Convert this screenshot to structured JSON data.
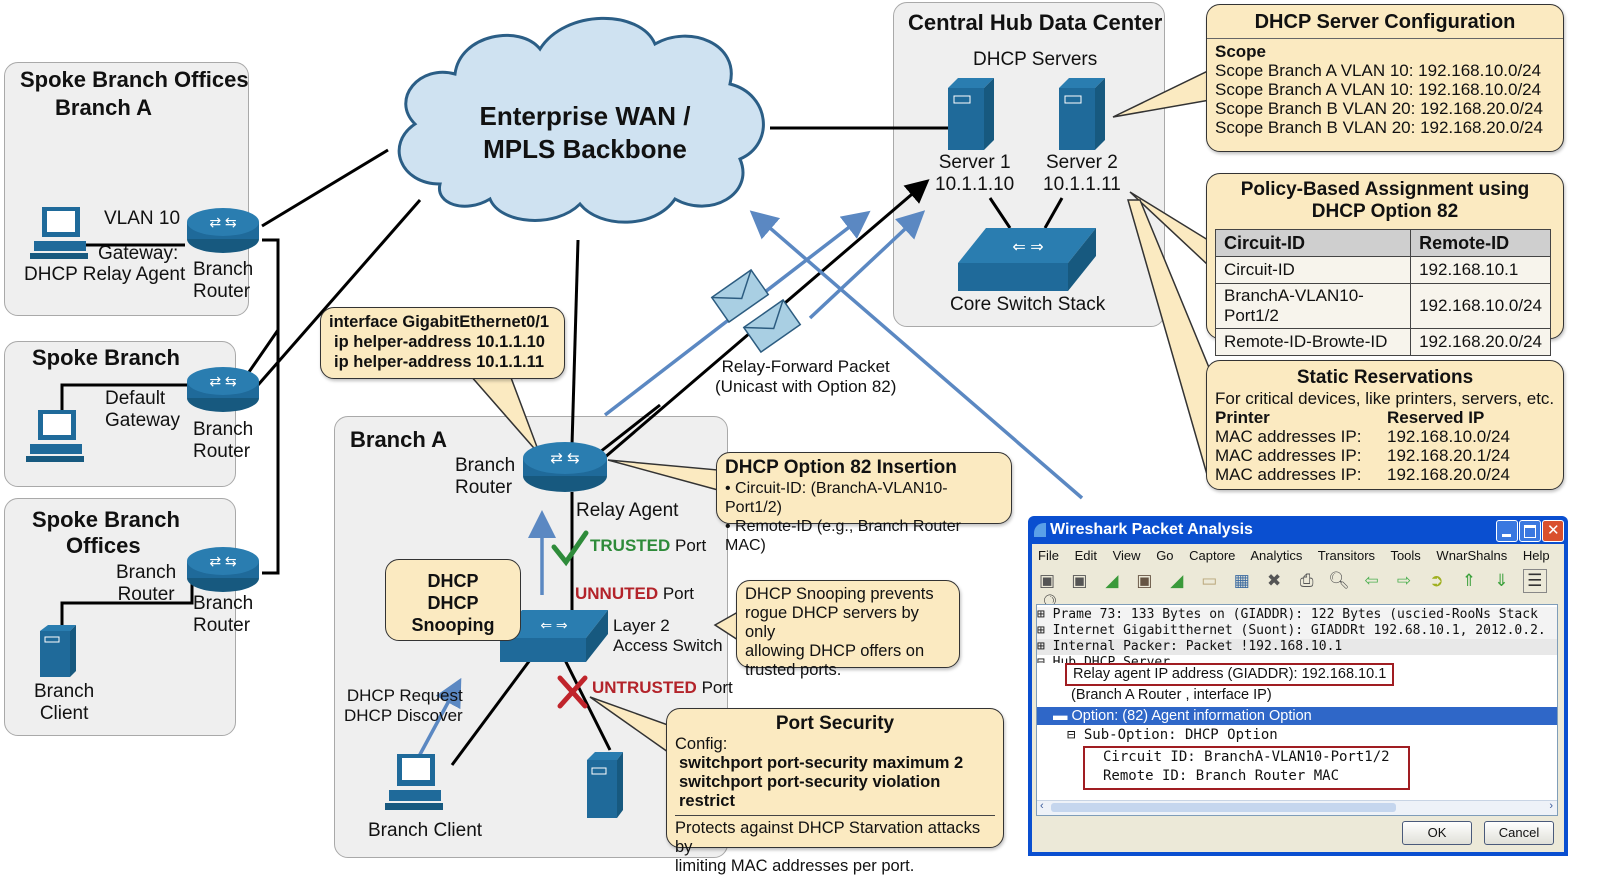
{
  "wan": {
    "line1": "Enterprise WAN /",
    "line2": "MPLS Backbone"
  },
  "spoke1": {
    "title1": "Spoke Branch Offices",
    "title2": "Branch A",
    "vlan": "VLAN 10",
    "gateway1": "Gateway:",
    "gateway2": "DHCP Relay Agent",
    "router1": "Branch",
    "router2": "Router"
  },
  "spoke2": {
    "title": "Spoke Branch",
    "gw1": "Default",
    "gw2": "Gateway",
    "router1": "Branch",
    "router2": "Router"
  },
  "spoke3": {
    "title1": "Spoke Branch",
    "title2": "Offices",
    "inner1": "Branch",
    "inner2": "Router",
    "router1": "Branch",
    "router2": "Router",
    "client1": "Branch",
    "client2": "Client"
  },
  "hub": {
    "title": "Central Hub Data Center",
    "servers_label": "DHCP Servers",
    "server1_name": "Server 1",
    "server1_ip": "10.1.1.10",
    "server2_name": "Server 2",
    "server2_ip": "10.1.1.11",
    "core": "Core Switch Stack"
  },
  "dhcp_config": {
    "title": "DHCP Server Configuration",
    "scope_label": "Scope",
    "scopes": [
      "Scope Branch A VLAN 10: 192.168.10.0/24",
      "Scope Branch A VLAN 10: 192.168.10.0/24",
      "Scope Branch B VLAN 20: 192.168.20.0/24",
      "Scope Branch B VLAN 20: 192.168.20.0/24"
    ]
  },
  "policy": {
    "title1": "Policy-Based Assignment using",
    "title2": "DHCP Option 82",
    "headers": [
      "Circuit-ID",
      "Remote-ID"
    ],
    "rows": [
      [
        "Circuit-ID",
        "192.168.10.1"
      ],
      [
        "BranchA-VLAN10-Port1/2",
        "192.168.10.0/24"
      ],
      [
        "Remote-ID-Browte-ID",
        "192.168.20.0/24"
      ]
    ]
  },
  "reservations": {
    "title": "Static Reservations",
    "subtitle": "For critical devices, like printers, servers, etc.",
    "col1": "Printer",
    "col2": "Reserved IP",
    "rows": [
      [
        "MAC addresses IP:",
        "192.168.10.0/24"
      ],
      [
        "MAC addresses IP:",
        "192.168.20.1/24"
      ],
      [
        "MAC addresses IP:",
        "192.168.20.0/24"
      ]
    ]
  },
  "helper": {
    "lines": [
      "interface GigabitEthernet0/1",
      "ip helper-address 10.1.1.10",
      "ip helper-address 10.1.1.11"
    ]
  },
  "relay_packet": {
    "line1": "Relay-Forward Packet",
    "line2": "(Unicast with Option 82)"
  },
  "branch_a": {
    "title": "Branch A",
    "router1": "Branch",
    "router2": "Router",
    "relay": "Relay Agent",
    "trusted": "TRUSTED",
    "port": "Port",
    "unnuted": "UNNUTED",
    "untrusted": "UNTRUSTED",
    "switch1": "Layer 2",
    "switch2": "Access Switch",
    "snoop1": "DHCP",
    "snoop2": "DHCP Snooping",
    "req1": "DHCP Request",
    "req2": "DHCP Discover",
    "client": "Branch Client"
  },
  "opt82": {
    "title": "DHCP Option 82 Insertion",
    "lines": [
      "• Circuit-ID: (BranchA-VLAN10-Port1/2)",
      "• Remote-ID (e.g., Branch Router MAC)"
    ]
  },
  "snooping_note": {
    "lines": [
      "DHCP Snooping prevents",
      "rogue DHCP servers by only",
      "allowing DHCP offers on",
      "trusted ports."
    ]
  },
  "port_security": {
    "title": "Port Security",
    "config_label": "Config:",
    "cmds": [
      "switchport port-security maximum 2",
      "switchport port-security violation restrict"
    ],
    "note": [
      "Protects against DHCP Starvation attacks by",
      "limiting MAC addresses per port."
    ]
  },
  "wireshark": {
    "title": "Wireshark Packet Analysis",
    "menu": [
      "File",
      "Edit",
      "View",
      "Go",
      "Captore",
      "Analytics",
      "Transitors",
      "Tools",
      "WnarShalns",
      "Help"
    ],
    "tree": [
      "Prame 73: 133 Bytes on (GIADDR): 122 Bytes (uscied-RooNs Stack",
      "Internet Gigabitthernet (Suont): GIADDRt 192.68.10.1, 2012.0.2.",
      "Internal Packer: Packet !192.168.10.1",
      "Hub DHCP Server"
    ],
    "giaddr": "Relay agent IP address (GIADDR): 192.168.10.1",
    "giaddr_note": "(Branch A Router , interface IP)",
    "option": "Option: (82) Agent information Option",
    "suboption": "Sub-Option: DHCP Option",
    "circuit": "Circuit ID: BranchA-VLAN10-Port1/2",
    "remote": "Remote ID: Branch Router MAC",
    "ok": "OK",
    "cancel": "Cancel"
  },
  "colors": {
    "device_blue": "#1f6a9a",
    "callout": "#fbeac1",
    "arrow_blue": "#5b88c2",
    "trusted": "#2e8b3a",
    "untrusted": "#b3232a",
    "ws_title": "#0a4fd0",
    "ws_select": "#2f67c8"
  }
}
